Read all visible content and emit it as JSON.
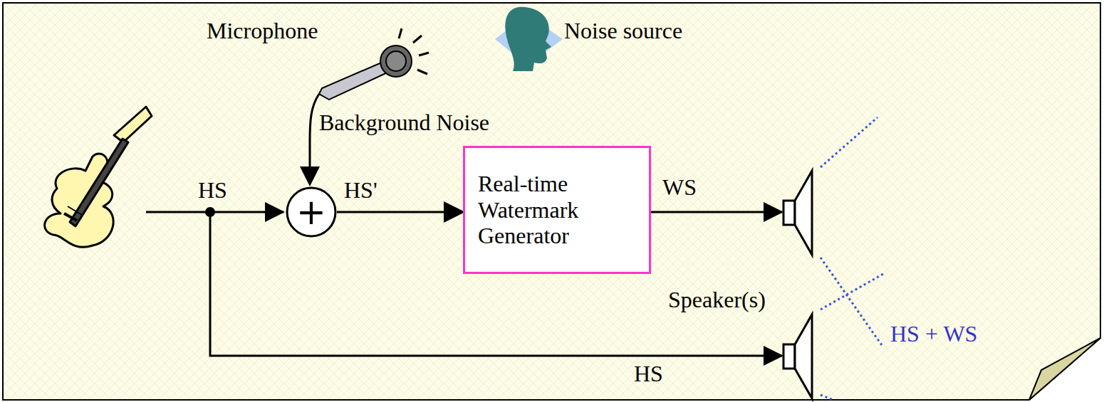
{
  "diagram": {
    "nodes": [
      {
        "text": [
          "+"
        ]
      },
      {
        "text": [
          "Real-time Watermark Generator"
        ]
      }
    ],
    "edges": [
      {
        "from": 0,
        "to": 1,
        "label": "HS'",
        "arrow": "to"
      }
    ],
    "labels": [
      "Microphone",
      "Noise source",
      "Background Noise",
      "HS",
      "WS",
      "Speaker(s)",
      "HS + WS",
      "HS"
    ]
  }
}
